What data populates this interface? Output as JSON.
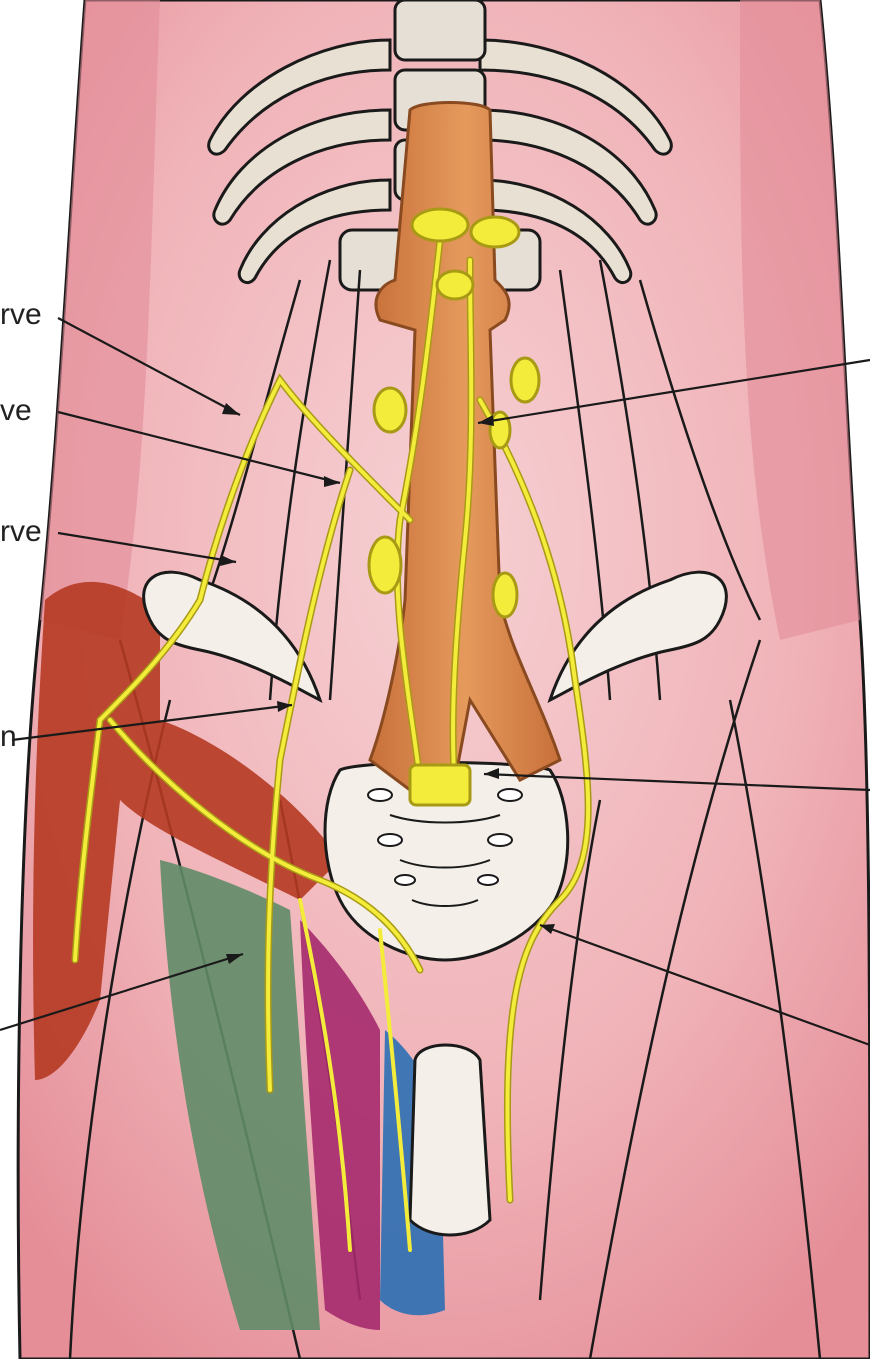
{
  "labels": {
    "left_1": "rve",
    "left_2": "ve",
    "left_3": "rve",
    "left_4": "n"
  },
  "colors": {
    "background": "#ffffff",
    "skin": "#f1b8bd",
    "muscle_shadow": "#d7707a",
    "bone": "#e6dfd5",
    "aorta": "#d98a4e",
    "nerve": "#f4ec3b",
    "nerve_outline": "#a89a15",
    "zone_red": "#b53a22",
    "zone_green": "#5f8c68",
    "zone_magenta": "#a52a6e",
    "zone_blue": "#2c6fb4",
    "line": "#1a1a1a"
  }
}
